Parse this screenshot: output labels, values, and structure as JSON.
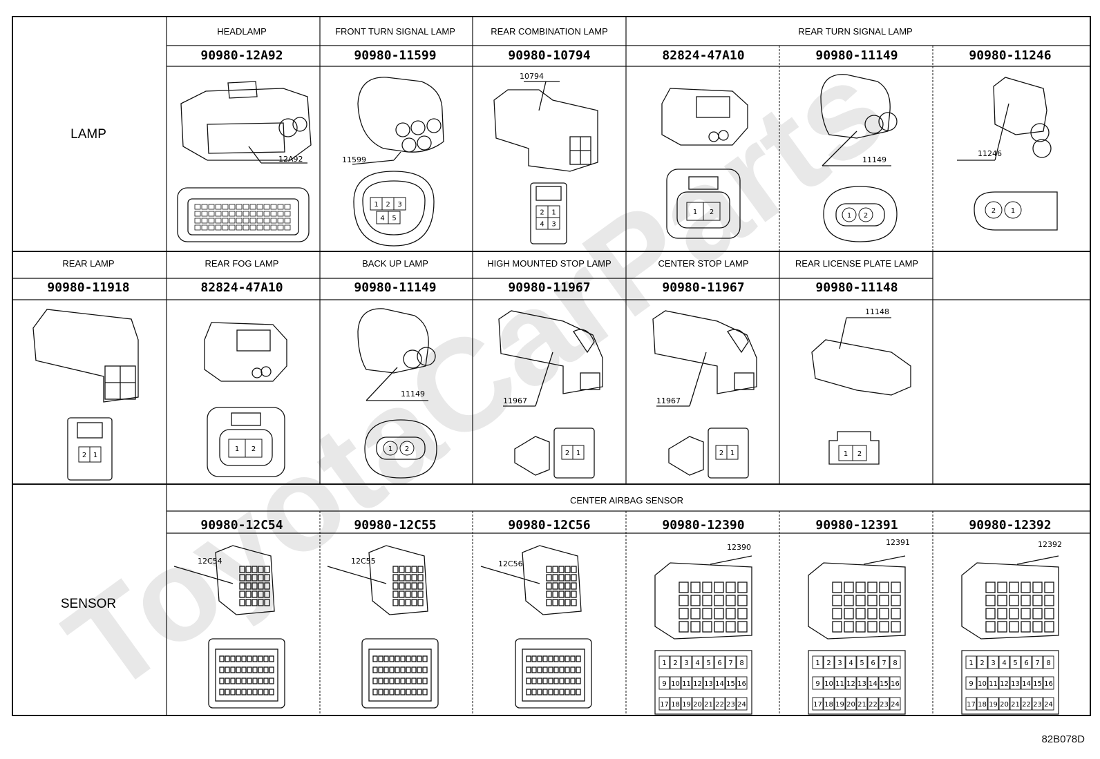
{
  "watermark": "ToyotaCarParts",
  "figure_code": "82B078D",
  "sections": [
    {
      "category": "LAMP",
      "groups": [
        {
          "name": "HEADLAMP"
        },
        {
          "name": "FRONT TURN SIGNAL LAMP"
        },
        {
          "name": "REAR COMBINATION LAMP"
        },
        {
          "name": "REAR TURN SIGNAL LAMP"
        }
      ],
      "parts": [
        {
          "number": "90980-12A92",
          "callout": "12A92"
        },
        {
          "number": "90980-11599",
          "callout": "11599",
          "pins": [
            "1",
            "2",
            "3",
            "4",
            "5"
          ]
        },
        {
          "number": "90980-10794",
          "callout": "10794",
          "pins": [
            "2",
            "1",
            "4",
            "3"
          ]
        },
        {
          "number": "82824-47A10",
          "pins": [
            "1",
            "2"
          ]
        },
        {
          "number": "90980-11149",
          "callout": "11149",
          "pins": [
            "1",
            "2"
          ]
        },
        {
          "number": "90980-11246",
          "callout": "11246",
          "pins": [
            "2",
            "1"
          ]
        }
      ]
    },
    {
      "parts": [
        {
          "group": "REAR LAMP",
          "number": "90980-11918",
          "pins": [
            "2",
            "1"
          ]
        },
        {
          "group": "REAR FOG LAMP",
          "number": "82824-47A10",
          "pins": [
            "1",
            "2"
          ]
        },
        {
          "group": "BACK UP LAMP",
          "number": "90980-11149",
          "callout": "11149",
          "pins": [
            "1",
            "2"
          ]
        },
        {
          "group": "HIGH MOUNTED STOP LAMP",
          "number": "90980-11967",
          "callout": "11967",
          "pins": [
            "2",
            "1"
          ]
        },
        {
          "group": "CENTER STOP LAMP",
          "number": "90980-11967",
          "callout": "11967",
          "pins": [
            "2",
            "1"
          ]
        },
        {
          "group": "REAR LICENSE PLATE LAMP",
          "number": "90980-11148",
          "callout": "11148",
          "pins": [
            "1",
            "2"
          ]
        }
      ]
    },
    {
      "category": "SENSOR",
      "group": "CENTER AIRBAG SENSOR",
      "parts": [
        {
          "number": "90980-12C54",
          "callout": "12C54"
        },
        {
          "number": "90980-12C55",
          "callout": "12C55"
        },
        {
          "number": "90980-12C56",
          "callout": "12C56"
        },
        {
          "number": "90980-12390",
          "callout": "12390",
          "pin_rows": [
            [
              "1",
              "2",
              "3",
              "4",
              "5",
              "6",
              "7",
              "8"
            ],
            [
              "9",
              "10",
              "11",
              "12",
              "13",
              "14",
              "15",
              "16"
            ],
            [
              "17",
              "18",
              "19",
              "20",
              "21",
              "22",
              "23",
              "24"
            ]
          ]
        },
        {
          "number": "90980-12391",
          "callout": "12391",
          "pin_rows": [
            [
              "1",
              "2",
              "3",
              "4",
              "5",
              "6",
              "7",
              "8"
            ],
            [
              "9",
              "10",
              "11",
              "12",
              "13",
              "14",
              "15",
              "16"
            ],
            [
              "17",
              "18",
              "19",
              "20",
              "21",
              "22",
              "23",
              "24"
            ]
          ]
        },
        {
          "number": "90980-12392",
          "callout": "12392",
          "pin_rows": [
            [
              "1",
              "2",
              "3",
              "4",
              "5",
              "6",
              "7",
              "8"
            ],
            [
              "9",
              "10",
              "11",
              "12",
              "13",
              "14",
              "15",
              "16"
            ],
            [
              "17",
              "18",
              "19",
              "20",
              "21",
              "22",
              "23",
              "24"
            ]
          ]
        }
      ]
    }
  ]
}
